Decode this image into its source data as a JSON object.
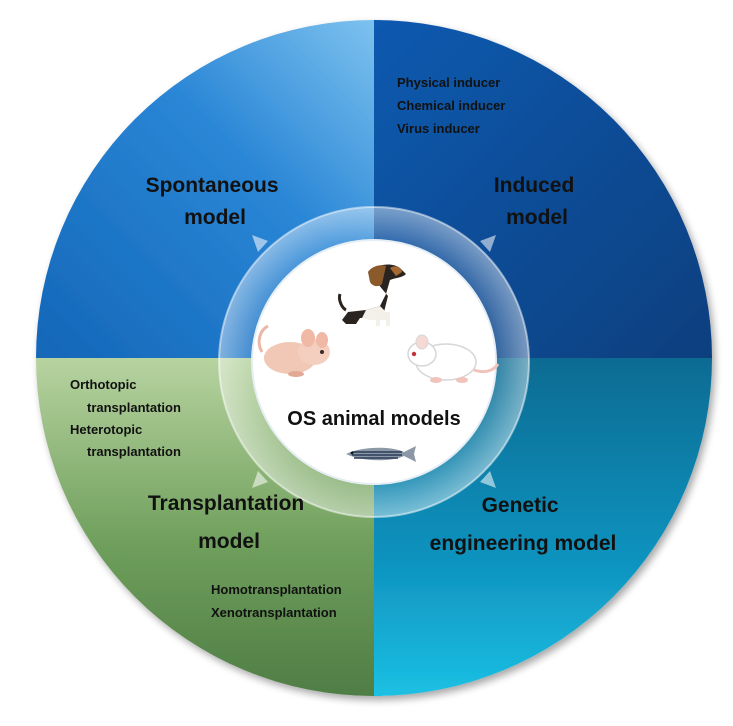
{
  "center": {
    "title": "OS animal models"
  },
  "quadrants": {
    "spontaneous": {
      "title_lines": [
        "Spontaneous",
        "model"
      ],
      "items": [],
      "color": "#1a73c9"
    },
    "induced": {
      "title_lines": [
        "Induced",
        "model"
      ],
      "items": [
        "Physical inducer",
        "Chemical inducer",
        "Virus inducer"
      ],
      "color": "#0d4f9c"
    },
    "transplantation": {
      "title_lines": [
        "Transplantation",
        "model"
      ],
      "items_top": [
        "Orthotopic",
        "transplantation",
        "Heterotopic",
        "transplantation"
      ],
      "items_bottom": [
        "Homotransplantation",
        "Xenotransplantation"
      ],
      "color": "#6f9f5c"
    },
    "genetic": {
      "title_lines": [
        "Genetic",
        "engineering model"
      ],
      "items": [],
      "color": "#0f8fb8"
    }
  },
  "animals": [
    "dog",
    "nude-mouse",
    "white-rat",
    "zebrafish"
  ]
}
